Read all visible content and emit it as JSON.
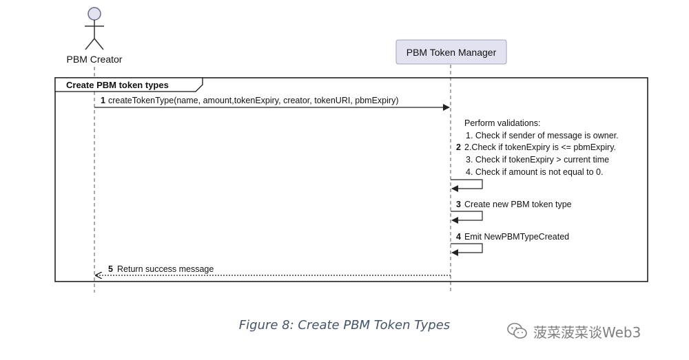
{
  "actors": {
    "creator": "PBM Creator",
    "manager": "PBM Token Manager"
  },
  "fragment": {
    "label": "Create PBM token types"
  },
  "messages": [
    {
      "num": "1",
      "text": "createTokenType(name, amount,tokenExpiry, creator, tokenURI, pbmExpiry)"
    },
    {
      "num": "2",
      "lines": [
        "Perform validations:",
        "1. Check if sender of message is owner.",
        "2.Check if tokenExpiry is <= pbmExpiry.",
        "3. Check if tokenExpiry > current time",
        "4. Check if amount is not equal to 0."
      ]
    },
    {
      "num": "3",
      "text": "Create new PBM token type"
    },
    {
      "num": "4",
      "text": "Emit NewPBMTypeCreated"
    },
    {
      "num": "5",
      "text": "Return success message"
    }
  ],
  "caption": "Figure 8: Create PBM Token Types",
  "watermark": {
    "text": "菠菜菠菜谈Web3",
    "icon": "wechat-icon"
  },
  "colors": {
    "actor_fill": "#e2e2f0",
    "actor_stroke": "#a0a0c0",
    "line": "#222222",
    "caption": "#44546a"
  }
}
